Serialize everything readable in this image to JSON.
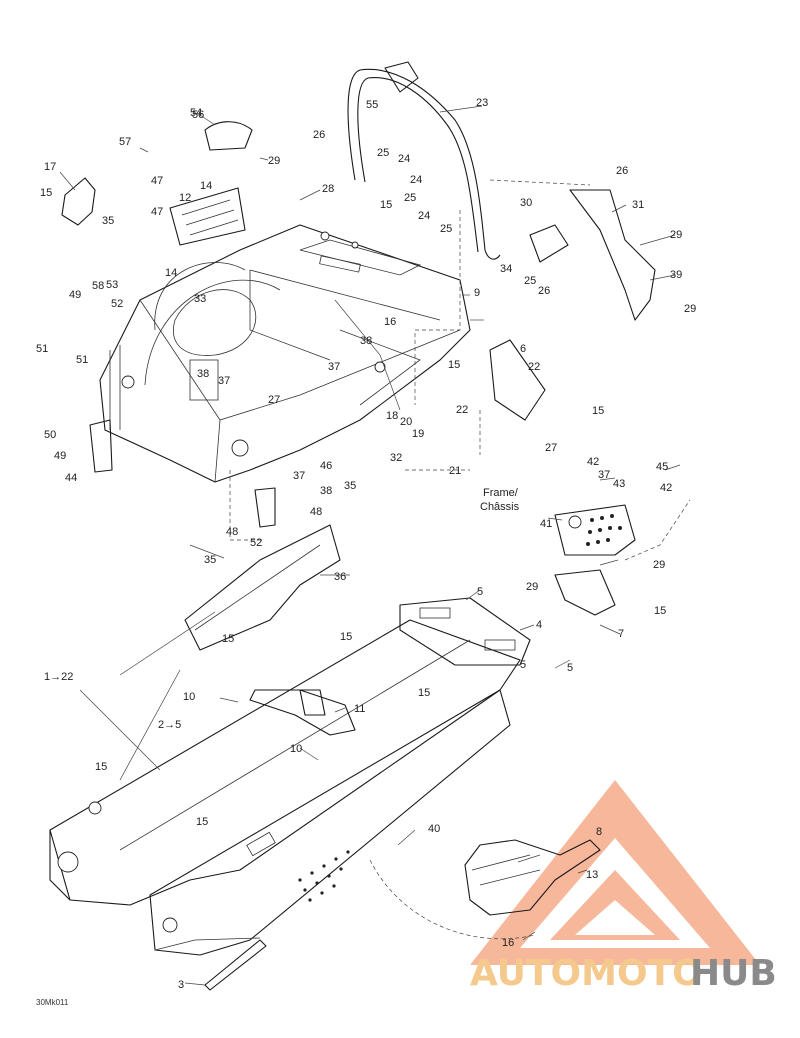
{
  "diagram": {
    "drawing_code": "30Mk011",
    "frame_label_line1": "Frame/",
    "frame_label_line2": "Châssis",
    "callouts": [
      "1→22",
      "2→5",
      "3",
      "4",
      "5",
      "5",
      "5",
      "6",
      "7",
      "8",
      "9",
      "10",
      "10",
      "11",
      "12",
      "13",
      "14",
      "14",
      "15",
      "15",
      "15",
      "15",
      "15",
      "15",
      "15",
      "15",
      "15",
      "15",
      "16",
      "16",
      "17",
      "18",
      "19",
      "20",
      "21",
      "22",
      "22",
      "23",
      "24",
      "24",
      "24",
      "25",
      "25",
      "25",
      "25",
      "26",
      "26",
      "26",
      "27",
      "27",
      "28",
      "29",
      "29",
      "29",
      "29",
      "29",
      "30",
      "31",
      "32",
      "33",
      "34",
      "35",
      "35",
      "35",
      "36",
      "37",
      "37",
      "37",
      "37",
      "38",
      "38",
      "38",
      "39",
      "40",
      "41",
      "42",
      "42",
      "43",
      "44",
      "45",
      "46",
      "47",
      "47",
      "48",
      "48",
      "49",
      "49",
      "50",
      "51",
      "51",
      "52",
      "52",
      "53",
      "54",
      "55",
      "56",
      "57",
      "58"
    ]
  },
  "watermark": {
    "brand_part1": "AUTOMOTO",
    "brand_part2": "HUB",
    "color_accent": "#f2a27a",
    "color_text1": "#f5c98e",
    "color_text2": "#8a8a8a"
  }
}
